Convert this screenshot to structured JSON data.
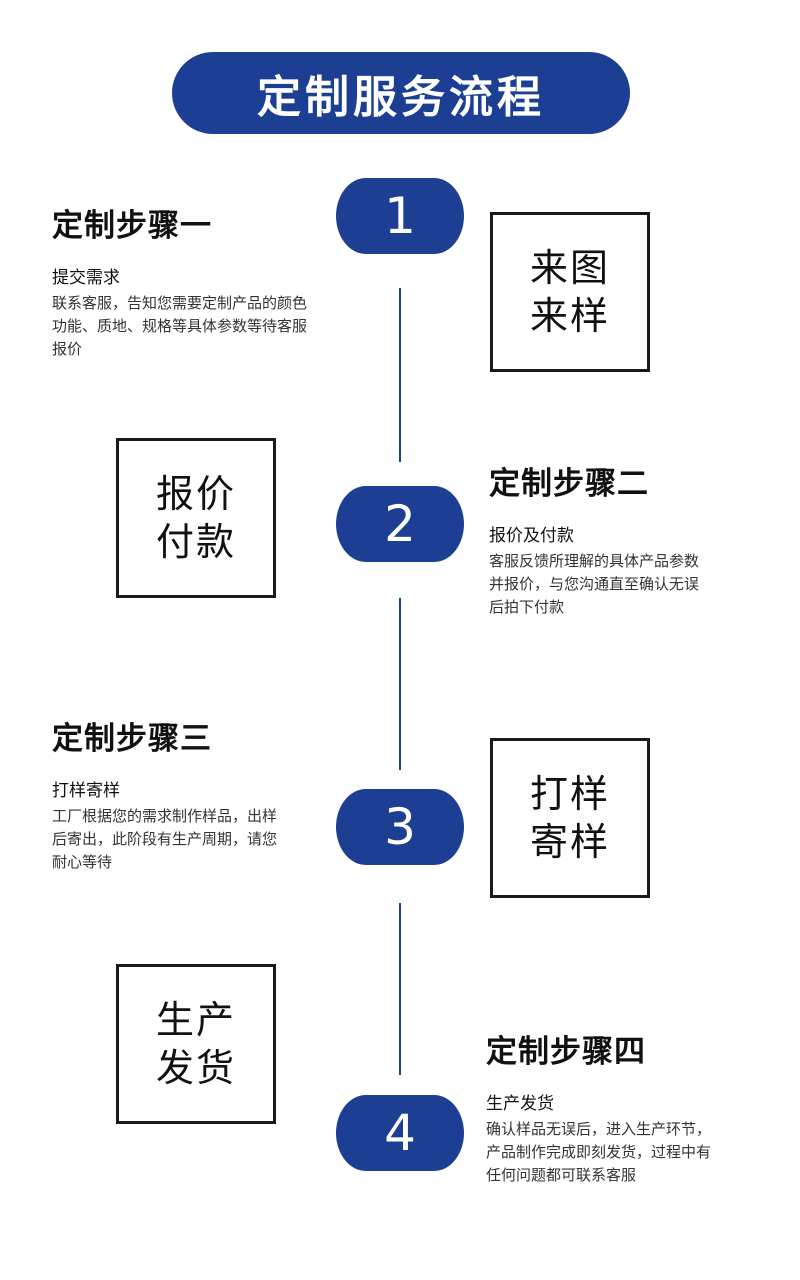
{
  "title": "定制服务流程",
  "steps": [
    {
      "num": "1",
      "heading": "定制步骤一",
      "sub": "提交需求",
      "desc": [
        "联系客服，告知您需要定制产品的颜色",
        "功能、质地、规格等具体参数等待客服",
        "报价"
      ],
      "box": [
        "来图",
        "来样"
      ]
    },
    {
      "num": "2",
      "heading": "定制步骤二",
      "sub": "报价及付款",
      "desc": [
        "客服反馈所理解的具体产品参数",
        "并报价，与您沟通直至确认无误",
        "后拍下付款"
      ],
      "box": [
        "报价",
        "付款"
      ]
    },
    {
      "num": "3",
      "heading": "定制步骤三",
      "sub": "打样寄样",
      "desc": [
        "工厂根据您的需求制作样品，出样",
        "后寄出，此阶段有生产周期，请您",
        "耐心等待"
      ],
      "box": [
        "打样",
        "寄样"
      ]
    },
    {
      "num": "4",
      "heading": "定制步骤四",
      "sub": "生产发货",
      "desc": [
        "确认样品无误后，进入生产环节，",
        "产品制作完成即刻发货，过程中有",
        "任何问题都可联系客服"
      ],
      "box": [
        "生产",
        "发货"
      ]
    }
  ],
  "colors": {
    "accent": "#1c3f94",
    "border": "#1a1a1a"
  }
}
